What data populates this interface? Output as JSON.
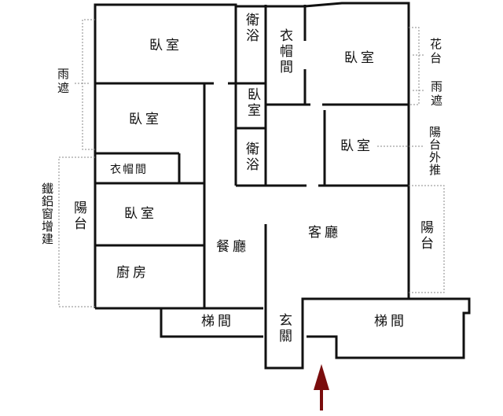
{
  "rooms": {
    "bedroom_top_left": "臥室",
    "bedroom_mid_left": "臥室",
    "closet_left": "衣帽間",
    "bedroom_lower_left": "臥室",
    "kitchen": "廚房",
    "bath_top": "衛浴",
    "bedroom_small": "臥室",
    "bath_lower": "衛浴",
    "closet_right": "衣帽間",
    "bedroom_top_right": "臥室",
    "bedroom_mid_right": "臥室",
    "dining": "餐廳",
    "living": "客廳",
    "foyer": "玄關",
    "stair_left": "梯間",
    "stair_right": "梯間",
    "balcony_left": "陽台",
    "balcony_right": "陽台"
  },
  "annotations": {
    "canopy_left": "雨遮",
    "iron_window": "鐵鋁窗增建",
    "planter": "花台",
    "canopy_right": "雨遮",
    "balcony_extended": "陽台外推"
  },
  "colors": {
    "wall": "#111111",
    "entry_arrow": "#7a0d0d"
  }
}
